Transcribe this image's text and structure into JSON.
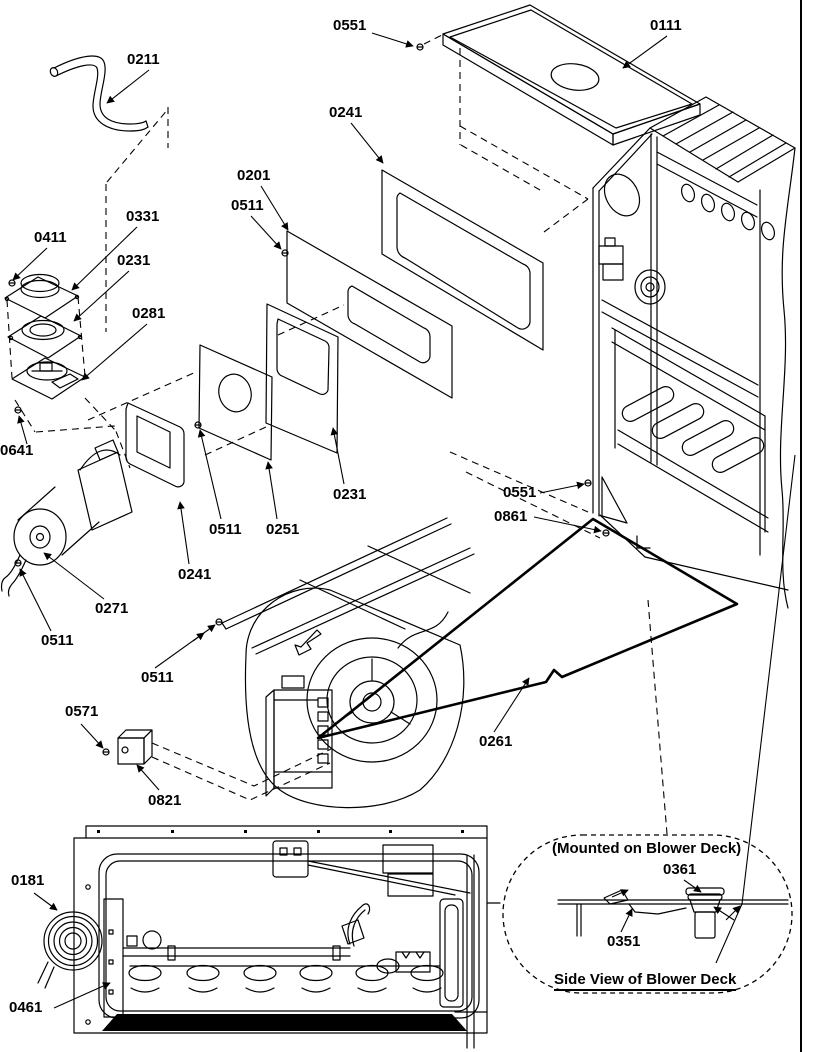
{
  "labels": {
    "screw_top": "0551",
    "top_panel": "0111",
    "drain_tube": "0211",
    "gasket_upper": "0241",
    "blower_door": "0201",
    "screw_door": "0511",
    "vent_collar": "0411",
    "flue_ring": "0331",
    "ring_plate": "0231",
    "damper_assy": "0281",
    "screw_collar": "0641",
    "plate_mid": "0231",
    "screw_plate": "0511",
    "cutoff_plate": "0251",
    "gasket_mid": "0241",
    "inducer_motor": "0271",
    "screw_inducer": "0511",
    "screw_rail": "0511",
    "bolt_transformer": "0571",
    "transformer": "0821",
    "blower_deck": "0261",
    "screw_deck": "0551",
    "deck_bracket": "0861",
    "igniter_wire": "0181",
    "burner_bracket": "0461"
  },
  "inset": {
    "mounted_caption": "(Mounted on Blower Deck)",
    "grommet": "0361",
    "deck_clip": "0351",
    "side_view_caption": "Side View of Blower Deck"
  },
  "colors": {
    "ink": "#000000",
    "paper": "#ffffff"
  }
}
